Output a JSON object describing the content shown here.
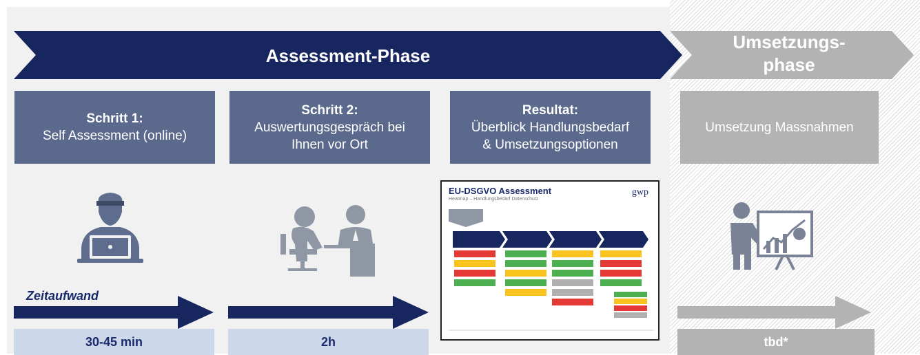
{
  "banner": {
    "assessment_title": "Assessment-Phase",
    "umsetzung_title_line1": "Umsetzungs-",
    "umsetzung_title_line2": "phase"
  },
  "steps": [
    {
      "title": "Schritt 1:",
      "lines": [
        "Self Assessment (online)"
      ]
    },
    {
      "title": "Schritt 2:",
      "lines": [
        "Auswertungsgespräch bei",
        "Ihnen vor Ort"
      ]
    },
    {
      "title": "Resultat:",
      "lines": [
        "Überblick Handlungsbedarf",
        "& Umsetzungsoptionen"
      ]
    },
    {
      "title": "",
      "lines": [
        "Umsetzung Massnahmen"
      ]
    }
  ],
  "zeitaufwand_label": "Zeitaufwand",
  "durations": [
    "30-45 min",
    "2h",
    "tbd*"
  ],
  "report": {
    "title": "EU-DSGVO Assessment",
    "subtitle": "Heatmap – Handlungsbedarf Datenschutz",
    "logo": "gwp"
  },
  "icons": [
    "laptop-user-icon",
    "consultation-meeting-icon",
    "presentation-icon"
  ],
  "colors": {
    "navy": "#18265f",
    "box_blue": "#5b6a8c",
    "grey": "#b3b3b3",
    "duration_bg": "#cdd7ea",
    "icon_blue": "#5e6d8e",
    "icon_grey": "#8f96a4"
  }
}
